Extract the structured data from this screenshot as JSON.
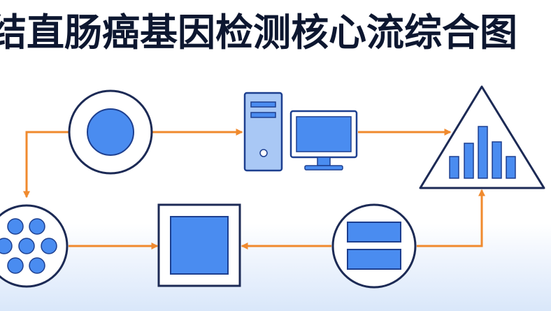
{
  "title": "结直肠癌基因检测核心流综合图",
  "colors": {
    "title_text": "#0d1730",
    "node_stroke": "#1c2a55",
    "node_fill": "#ffffff",
    "shape_fill": "#4a8cf0",
    "shape_stroke": "#1d3f8f",
    "panel_fill": "#a9c8f5",
    "arrow": "#f08a2e"
  },
  "nodes": [
    {
      "id": "sample-circle",
      "icon": "circle-sample-icon"
    },
    {
      "id": "computer",
      "icon": "desktop-computer-icon"
    },
    {
      "id": "analysis-triangle",
      "icon": "bar-chart-triangle-icon"
    },
    {
      "id": "report-node",
      "icon": "two-bars-circle-icon"
    },
    {
      "id": "result-square",
      "icon": "filled-square-icon"
    },
    {
      "id": "cells-circle",
      "icon": "cell-cluster-icon"
    }
  ]
}
